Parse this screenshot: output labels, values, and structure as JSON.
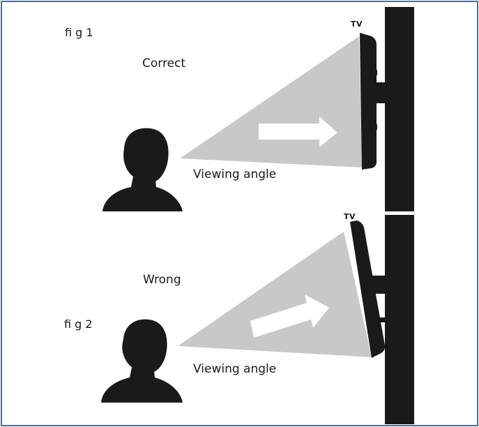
{
  "figures": [
    {
      "fig_label": "fi g 1",
      "state_label": "Correct",
      "viewing_label": "Viewing angle",
      "tv_label": "TV"
    },
    {
      "fig_label": "fi g 2",
      "state_label": "Wrong",
      "viewing_label": "Viewing angle",
      "tv_label": "TV"
    }
  ],
  "colors": {
    "silhouette": "#1a1a1a",
    "cone": "#c8c8c8",
    "arrow": "#ffffff",
    "frame": "#4f6e96"
  }
}
